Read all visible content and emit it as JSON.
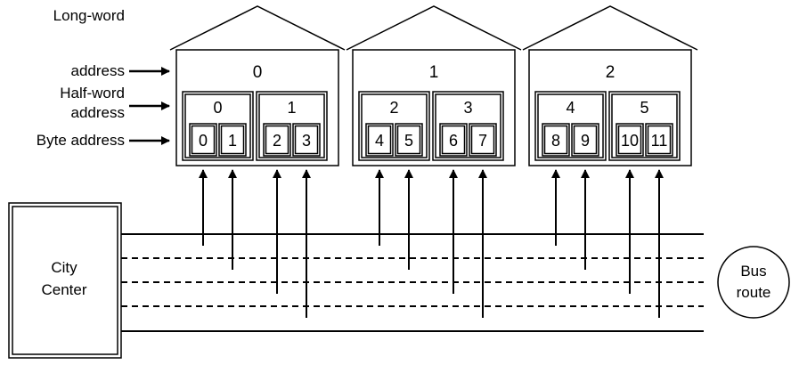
{
  "labels": {
    "long_word": [
      "Long-word",
      "address"
    ],
    "half_word": [
      "Half-word",
      "address"
    ],
    "byte": "Byte address"
  },
  "houses": [
    {
      "long_word": "0",
      "half_words": [
        {
          "label": "0",
          "bytes": [
            "0",
            "1"
          ]
        },
        {
          "label": "1",
          "bytes": [
            "2",
            "3"
          ]
        }
      ]
    },
    {
      "long_word": "1",
      "half_words": [
        {
          "label": "2",
          "bytes": [
            "4",
            "5"
          ]
        },
        {
          "label": "3",
          "bytes": [
            "6",
            "7"
          ]
        }
      ]
    },
    {
      "long_word": "2",
      "half_words": [
        {
          "label": "4",
          "bytes": [
            "8",
            "9"
          ]
        },
        {
          "label": "5",
          "bytes": [
            "10",
            "11"
          ]
        }
      ]
    }
  ],
  "city_center": [
    "City",
    "Center"
  ],
  "bus_route": [
    "Bus",
    "route"
  ]
}
